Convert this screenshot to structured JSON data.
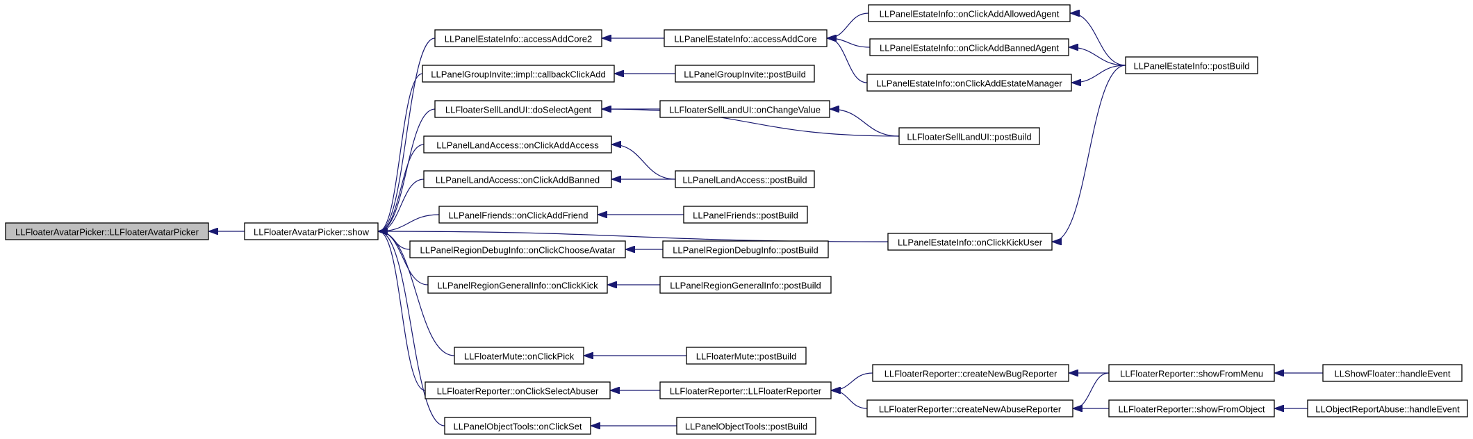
{
  "graph": {
    "nodes": [
      {
        "id": "root",
        "label": "LLFloaterAvatarPicker::LLFloaterAvatarPicker"
      },
      {
        "id": "show",
        "label": "LLFloaterAvatarPicker::show"
      },
      {
        "id": "core2",
        "label": "LLPanelEstateInfo::accessAddCore2"
      },
      {
        "id": "groupcb",
        "label": "LLPanelGroupInvite::impl::callbackClickAdd"
      },
      {
        "id": "selectagent",
        "label": "LLFloaterSellLandUI::doSelectAgent"
      },
      {
        "id": "addaccess",
        "label": "LLPanelLandAccess::onClickAddAccess"
      },
      {
        "id": "addbanned",
        "label": "LLPanelLandAccess::onClickAddBanned"
      },
      {
        "id": "addfriend",
        "label": "LLPanelFriends::onClickAddFriend"
      },
      {
        "id": "chooseavatar",
        "label": "LLPanelRegionDebugInfo::onClickChooseAvatar"
      },
      {
        "id": "kick",
        "label": "LLPanelRegionGeneralInfo::onClickKick"
      },
      {
        "id": "mutepick",
        "label": "LLFloaterMute::onClickPick"
      },
      {
        "id": "selectabuser",
        "label": "LLFloaterReporter::onClickSelectAbuser"
      },
      {
        "id": "objset",
        "label": "LLPanelObjectTools::onClickSet"
      },
      {
        "id": "core",
        "label": "LLPanelEstateInfo::accessAddCore"
      },
      {
        "id": "grouppb",
        "label": "LLPanelGroupInvite::postBuild"
      },
      {
        "id": "changevalue",
        "label": "LLFloaterSellLandUI::onChangeValue"
      },
      {
        "id": "landpb",
        "label": "LLPanelLandAccess::postBuild"
      },
      {
        "id": "friendspb",
        "label": "LLPanelFriends::postBuild"
      },
      {
        "id": "debugpb",
        "label": "LLPanelRegionDebugInfo::postBuild"
      },
      {
        "id": "generalpb",
        "label": "LLPanelRegionGeneralInfo::postBuild"
      },
      {
        "id": "mutepb",
        "label": "LLFloaterMute::postBuild"
      },
      {
        "id": "reporterctor",
        "label": "LLFloaterReporter::LLFloaterReporter"
      },
      {
        "id": "objpb",
        "label": "LLPanelObjectTools::postBuild"
      },
      {
        "id": "allowed",
        "label": "LLPanelEstateInfo::onClickAddAllowedAgent"
      },
      {
        "id": "bannedagent",
        "label": "LLPanelEstateInfo::onClickAddBannedAgent"
      },
      {
        "id": "manager",
        "label": "LLPanelEstateInfo::onClickAddEstateManager"
      },
      {
        "id": "sellpb",
        "label": "LLFloaterSellLandUI::postBuild"
      },
      {
        "id": "kickuser",
        "label": "LLPanelEstateInfo::onClickKickUser"
      },
      {
        "id": "bugrep",
        "label": "LLFloaterReporter::createNewBugReporter"
      },
      {
        "id": "abuserep",
        "label": "LLFloaterReporter::createNewAbuseReporter"
      },
      {
        "id": "estatepb",
        "label": "LLPanelEstateInfo::postBuild"
      },
      {
        "id": "showmenu",
        "label": "LLFloaterReporter::showFromMenu"
      },
      {
        "id": "showobject",
        "label": "LLFloaterReporter::showFromObject"
      },
      {
        "id": "showfloater",
        "label": "LLShowFloater::handleEvent"
      },
      {
        "id": "objabuse",
        "label": "LLObjectReportAbuse::handleEvent"
      }
    ],
    "edges": [
      {
        "from": "show",
        "to": "root"
      },
      {
        "from": "core2",
        "to": "show"
      },
      {
        "from": "groupcb",
        "to": "show"
      },
      {
        "from": "selectagent",
        "to": "show"
      },
      {
        "from": "addaccess",
        "to": "show"
      },
      {
        "from": "addbanned",
        "to": "show"
      },
      {
        "from": "addfriend",
        "to": "show"
      },
      {
        "from": "chooseavatar",
        "to": "show"
      },
      {
        "from": "kick",
        "to": "show"
      },
      {
        "from": "kickuser",
        "to": "show"
      },
      {
        "from": "mutepick",
        "to": "show"
      },
      {
        "from": "selectabuser",
        "to": "show"
      },
      {
        "from": "objset",
        "to": "show"
      },
      {
        "from": "core",
        "to": "core2"
      },
      {
        "from": "grouppb",
        "to": "groupcb"
      },
      {
        "from": "changevalue",
        "to": "selectagent"
      },
      {
        "from": "sellpb",
        "to": "selectagent"
      },
      {
        "from": "landpb",
        "to": "addaccess"
      },
      {
        "from": "landpb",
        "to": "addbanned"
      },
      {
        "from": "friendspb",
        "to": "addfriend"
      },
      {
        "from": "debugpb",
        "to": "chooseavatar"
      },
      {
        "from": "generalpb",
        "to": "kick"
      },
      {
        "from": "mutepb",
        "to": "mutepick"
      },
      {
        "from": "reporterctor",
        "to": "selectabuser"
      },
      {
        "from": "objpb",
        "to": "objset"
      },
      {
        "from": "allowed",
        "to": "core"
      },
      {
        "from": "bannedagent",
        "to": "core"
      },
      {
        "from": "manager",
        "to": "core"
      },
      {
        "from": "sellpb",
        "to": "changevalue"
      },
      {
        "from": "bugrep",
        "to": "reporterctor"
      },
      {
        "from": "abuserep",
        "to": "reporterctor"
      },
      {
        "from": "estatepb",
        "to": "allowed"
      },
      {
        "from": "estatepb",
        "to": "bannedagent"
      },
      {
        "from": "estatepb",
        "to": "manager"
      },
      {
        "from": "estatepb",
        "to": "kickuser"
      },
      {
        "from": "showmenu",
        "to": "bugrep"
      },
      {
        "from": "showmenu",
        "to": "abuserep"
      },
      {
        "from": "showobject",
        "to": "abuserep"
      },
      {
        "from": "showfloater",
        "to": "showmenu"
      },
      {
        "from": "objabuse",
        "to": "showobject"
      }
    ]
  }
}
